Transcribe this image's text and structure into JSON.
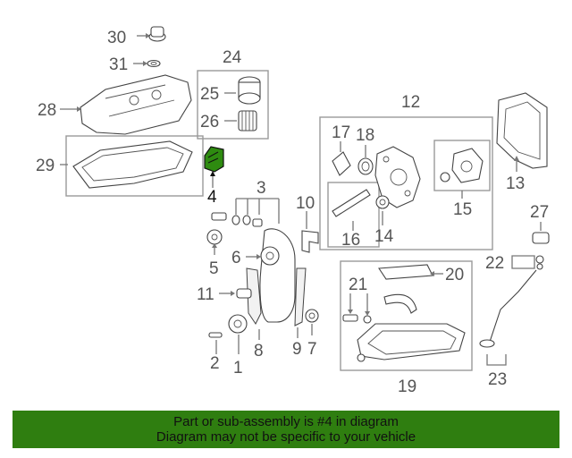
{
  "callouts": {
    "n1": "1",
    "n2": "2",
    "n3": "3",
    "n4": "4",
    "n5": "5",
    "n6": "6",
    "n7": "7",
    "n8": "8",
    "n9": "9",
    "n10": "10",
    "n11": "11",
    "n12": "12",
    "n13": "13",
    "n14": "14",
    "n15": "15",
    "n16": "16",
    "n17": "17",
    "n18": "18",
    "n19": "19",
    "n20": "20",
    "n21": "21",
    "n22": "22",
    "n23": "23",
    "n24": "24",
    "n25": "25",
    "n26": "26",
    "n27": "27",
    "n28": "28",
    "n29": "29",
    "n30": "30",
    "n31": "31"
  },
  "highlight": {
    "part": "4",
    "color": "#2e8b10"
  },
  "banner": {
    "line1": "Part or sub-assembly is #4 in diagram",
    "line2": "Diagram may not be specific to your vehicle",
    "background": "#2f7e10"
  }
}
